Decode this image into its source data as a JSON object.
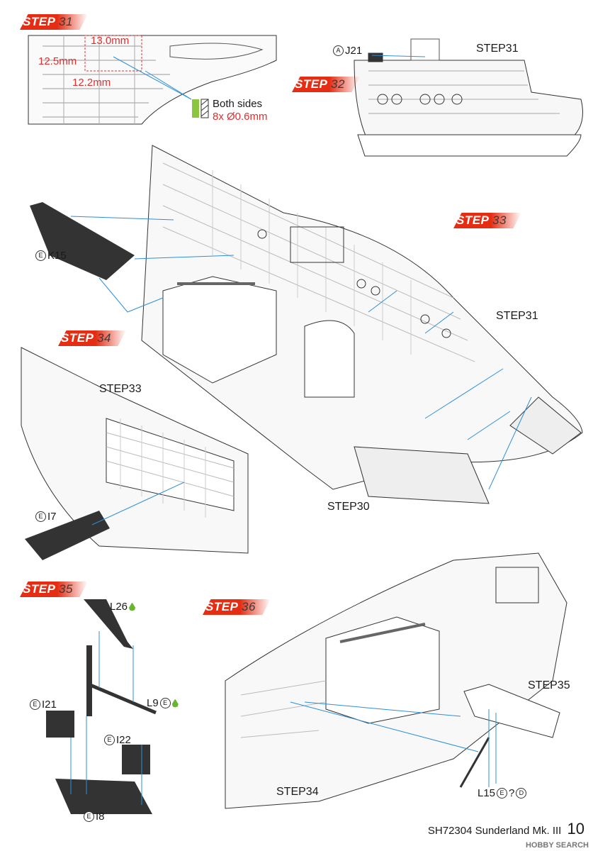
{
  "steps": {
    "s31": {
      "word": "STEP",
      "num": "31"
    },
    "s32": {
      "word": "STEP",
      "num": "32"
    },
    "s33": {
      "word": "STEP",
      "num": "33"
    },
    "s34": {
      "word": "STEP",
      "num": "34"
    },
    "s35": {
      "word": "STEP",
      "num": "35"
    },
    "s36": {
      "word": "STEP",
      "num": "36"
    }
  },
  "dimensions": {
    "d1": "13.0mm",
    "d2": "12.5mm",
    "d3": "12.2mm"
  },
  "drill_note": {
    "line1": "Both sides",
    "line2": "8x Ø0.6mm"
  },
  "refs": {
    "step31_a": "STEP31",
    "step31_b": "STEP31",
    "step33": "STEP33",
    "step30": "STEP30",
    "step35": "STEP35",
    "step34": "STEP34"
  },
  "parts": {
    "j21": {
      "sprue": "A",
      "code": "J21"
    },
    "k15": {
      "sprue": "E",
      "code": "K15"
    },
    "i7": {
      "sprue": "E",
      "code": "I7"
    },
    "l26": {
      "sprue": "",
      "code": "L26"
    },
    "l9": {
      "sprue": "E",
      "code": "L9"
    },
    "i21": {
      "sprue": "E",
      "code": "I21"
    },
    "i22": {
      "sprue": "E",
      "code": "I22"
    },
    "i8": {
      "sprue": "E",
      "code": "I8"
    },
    "l15": {
      "sprue": "E",
      "code": "L15",
      "sep": "?",
      "alt": "D"
    }
  },
  "footer": {
    "title": "SH72304 Sunderland Mk. III",
    "page": "10"
  },
  "watermark": "HOBBY SEARCH",
  "colors": {
    "step_red": "#e52d14",
    "dimension_red": "#e03030",
    "glue_green": "#69b52f",
    "leader_blue": "#2f8fd6"
  }
}
